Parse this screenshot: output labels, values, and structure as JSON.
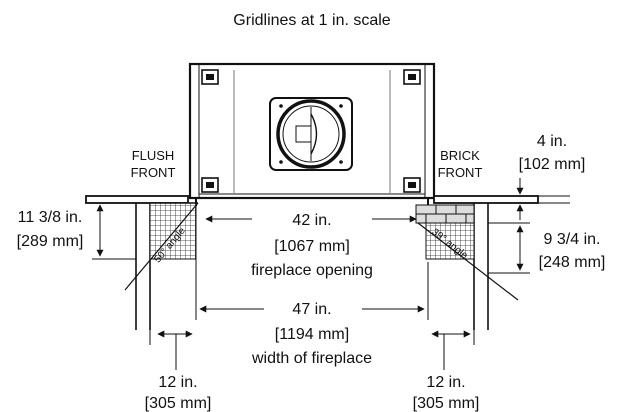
{
  "caption": "Gridlines at 1 in. scale",
  "left_label": {
    "line1": "FLUSH",
    "line2": "FRONT"
  },
  "right_label": {
    "line1": "BRICK",
    "line2": "FRONT"
  },
  "dim_top_right": {
    "imperial": "4 in.",
    "metric": "[102 mm]"
  },
  "dim_left_depth": {
    "imperial": "11 3/8 in.",
    "metric": "[289 mm]"
  },
  "dim_right_depth": {
    "imperial": "9 3/4 in.",
    "metric": "[248 mm]"
  },
  "dim_opening": {
    "imperial": "42 in.",
    "metric": "[1067 mm]",
    "note": "fireplace opening"
  },
  "dim_width": {
    "imperial": "47 in.",
    "metric": "[1194 mm]",
    "note": "width of fireplace"
  },
  "dim_bottom_left": {
    "imperial": "12 in.",
    "metric": "[305 mm]"
  },
  "dim_bottom_right": {
    "imperial": "12 in.",
    "metric": "[305 mm]"
  },
  "angle_left": "50° angle",
  "angle_right": "39° angle"
}
